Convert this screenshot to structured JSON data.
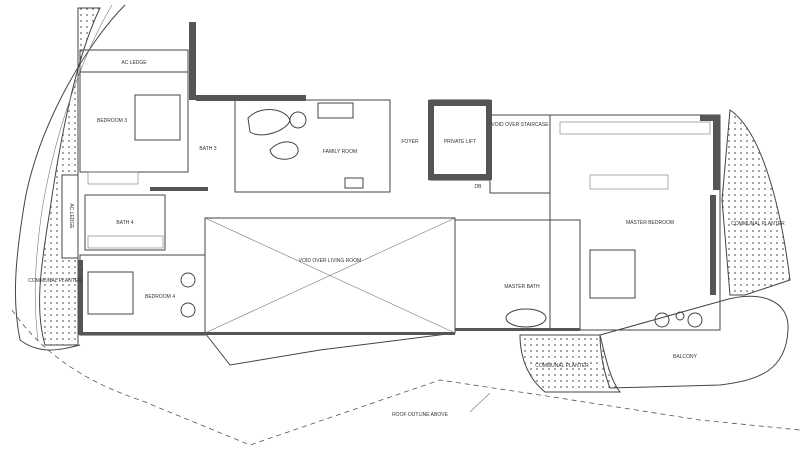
{
  "rooms": {
    "ac_ledge_top": "AC LEDGE",
    "ac_ledge_side": "AC LEDGE",
    "bedroom3": "BEDROOM 3",
    "bath3": "BATH 3",
    "family_room": "FAMILY ROOM",
    "foyer": "FOYER",
    "private_lift": "PRIVATE LIFT",
    "db": "DB",
    "void_staircase": "VOID OVER STAIRCASE",
    "master_bedroom": "MASTER BEDROOM",
    "bath4": "BATH 4",
    "bedroom4": "BEDROOM 4",
    "void_living": "VOID OVER LIVING ROOM",
    "master_bath": "MASTER BATH",
    "balcony": "BALCONY",
    "planter_left": "COMMUNAL PLANTER",
    "planter_right": "COMMUNAL PLANTER",
    "planter_bottom": "COMMUNAL PLANTER"
  },
  "annotations": {
    "roof_outline": "ROOF OUTLINE ABOVE"
  }
}
